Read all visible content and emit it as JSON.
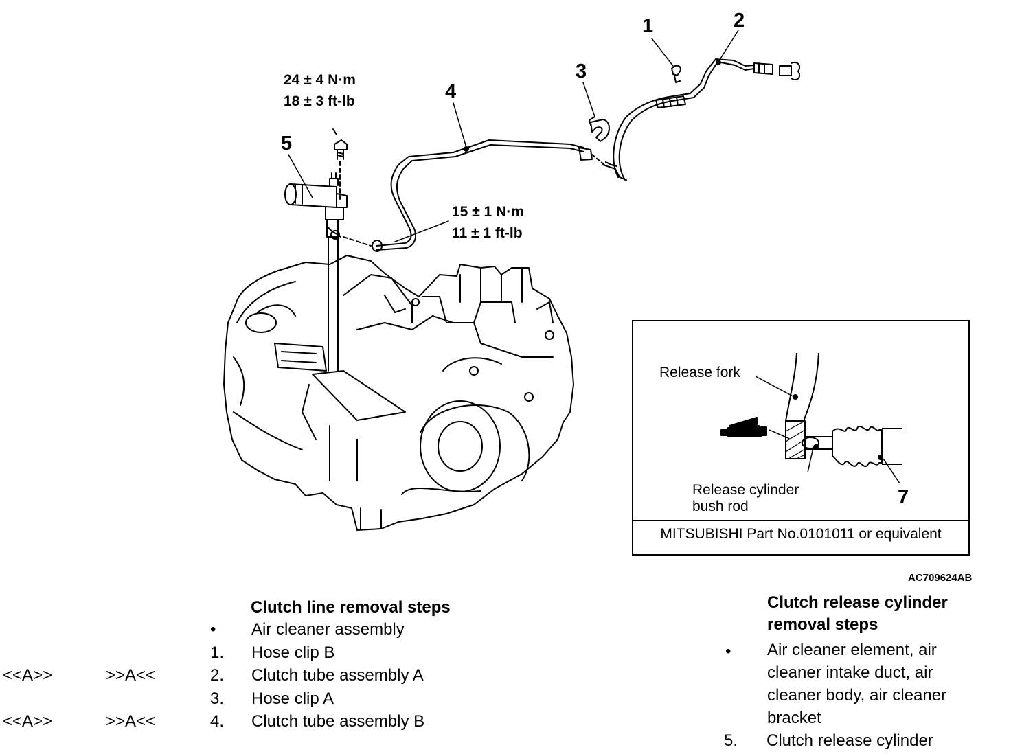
{
  "diagram": {
    "callouts": [
      "1",
      "2",
      "3",
      "4",
      "5"
    ],
    "torque_upper": [
      "24 ± 4 N·m",
      "18 ± 3 ft-lb"
    ],
    "torque_lower": [
      "15 ± 1 N·m",
      "11 ± 1 ft-lb"
    ],
    "figure_id": "AC709624AB"
  },
  "inset": {
    "release_fork": "Release fork",
    "rod_label_line1": "Release cylinder",
    "rod_label_line2": "bush rod",
    "callout": "7",
    "caption": "MITSUBISHI Part No.0101011 or equivalent"
  },
  "left_steps": {
    "title": "Clutch line removal steps",
    "rows": [
      {
        "removal": "",
        "installation": "",
        "num": "•",
        "text": "Air cleaner assembly"
      },
      {
        "removal": "",
        "installation": "",
        "num": "1.",
        "text": "Hose clip B"
      },
      {
        "removal": "<<A>>",
        "installation": ">>A<<",
        "num": "2.",
        "text": "Clutch tube assembly A"
      },
      {
        "removal": "",
        "installation": "",
        "num": "3.",
        "text": "Hose clip A"
      },
      {
        "removal": "<<A>>",
        "installation": ">>A<<",
        "num": "4.",
        "text": "Clutch tube assembly B"
      }
    ]
  },
  "right_steps": {
    "title_line1": "Clutch release cylinder",
    "title_line2": "removal steps",
    "bullet": "•",
    "bullet_lines": [
      "Air cleaner element, air",
      "cleaner intake duct, air",
      "cleaner body, air cleaner",
      "bracket"
    ],
    "num5": "5.",
    "step5": "Clutch release cylinder"
  }
}
